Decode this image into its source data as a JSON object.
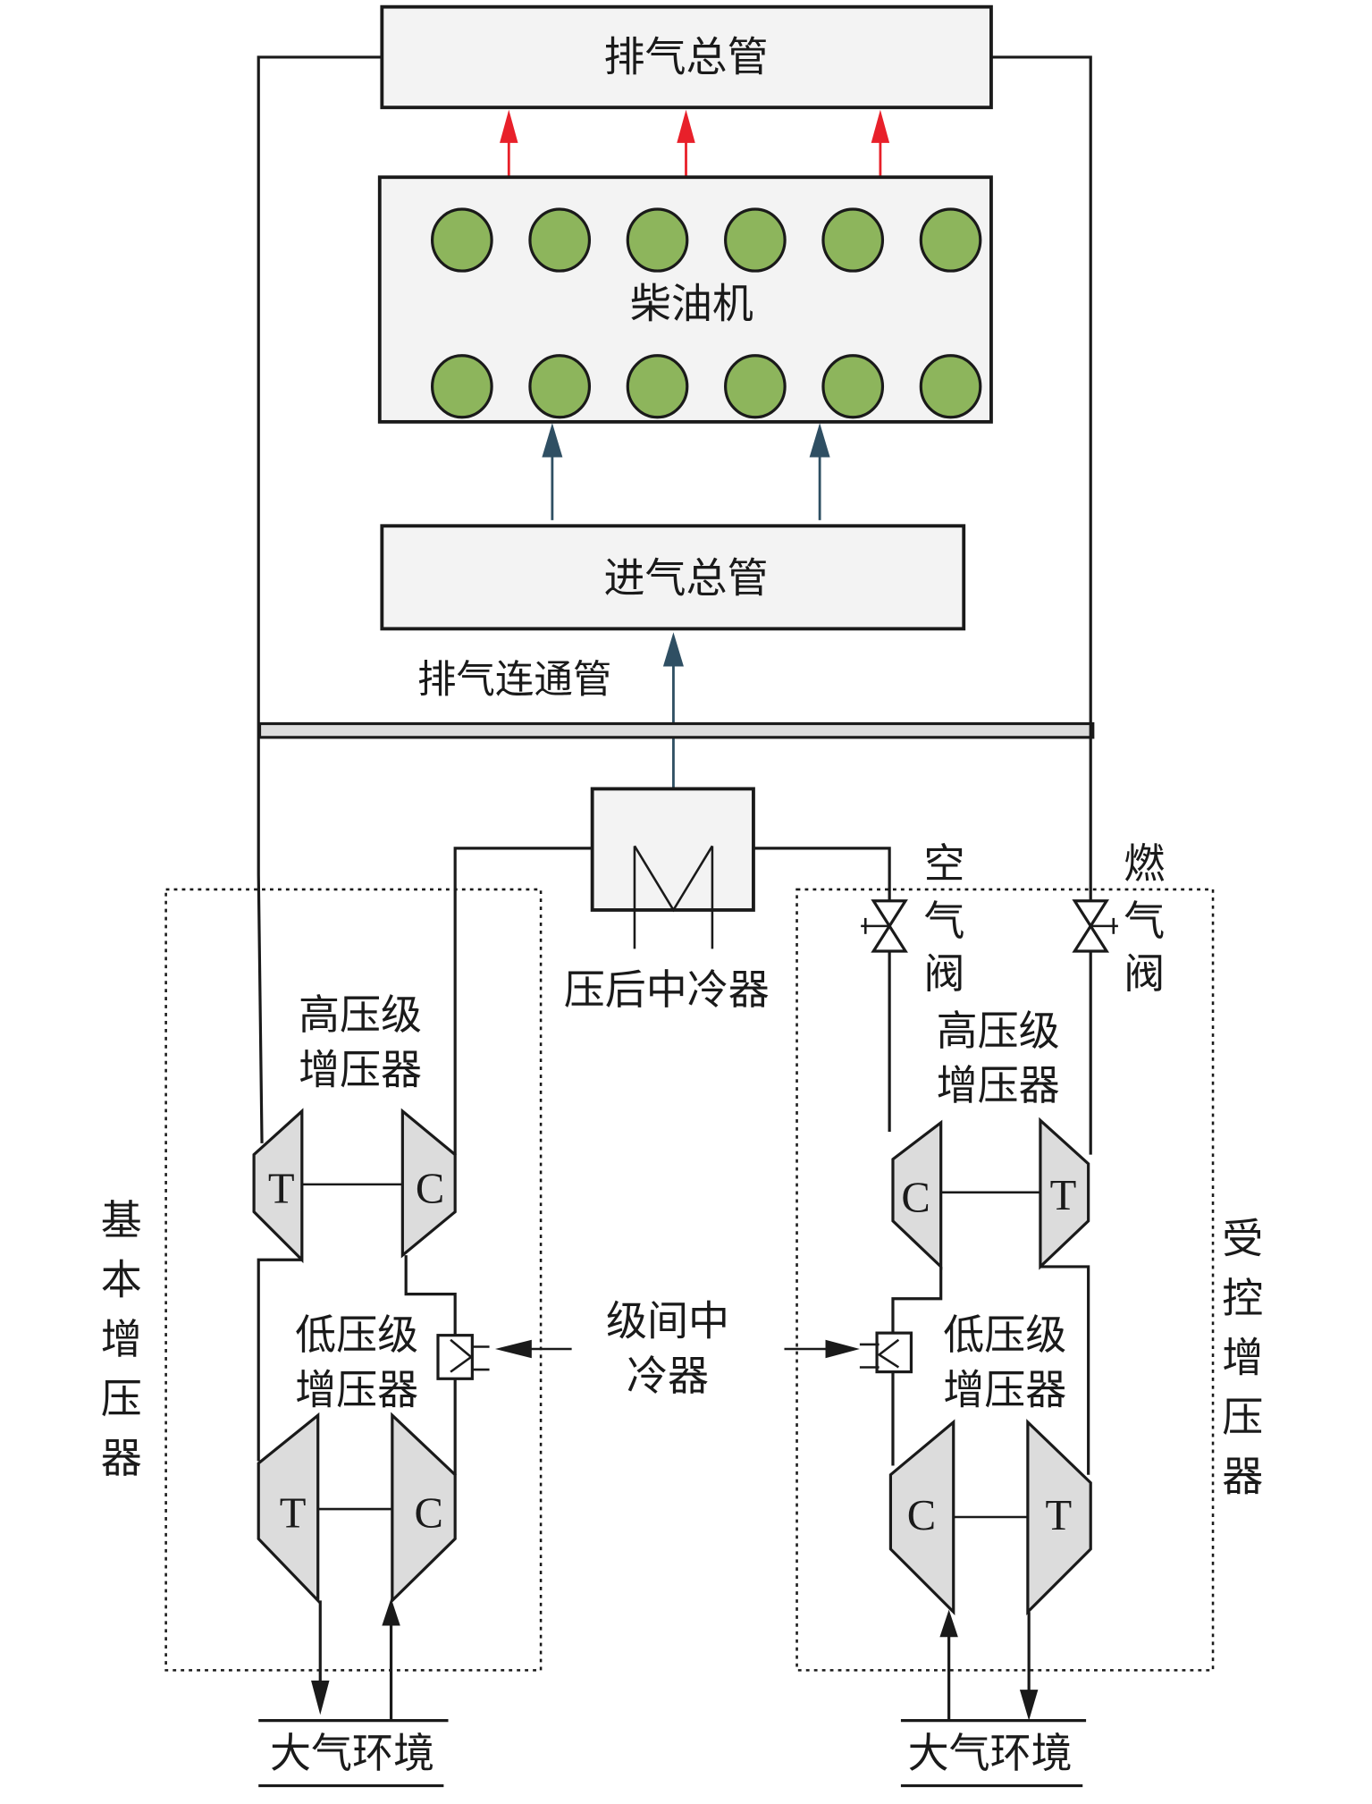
{
  "exhaust_manifold": {
    "label": "排气总管"
  },
  "engine": {
    "label": "柴油机",
    "cylinders_per_row": 6,
    "rows": 2,
    "cylinder_color": "#8db55c"
  },
  "intake_manifold": {
    "label": "进气总管"
  },
  "exhaust_connecting_pipe": {
    "label": "排气连通管"
  },
  "aftercooler": {
    "label": "压后中冷器"
  },
  "air_valve": {
    "label": "空气阀"
  },
  "gas_valve": {
    "label": "燃气阀"
  },
  "interstage_cooler": {
    "label_line1": "级间中",
    "label_line2": "冷器"
  },
  "base_turbocharger": {
    "group_label": "基本增压器",
    "hp_label_line1": "高压级",
    "hp_label_line2": "增压器",
    "lp_label_line1": "低压级",
    "lp_label_line2": "增压器",
    "turbine": "T",
    "compressor": "C"
  },
  "controlled_turbocharger": {
    "group_label": "受控增压器",
    "hp_label_line1": "高压级",
    "hp_label_line2": "增压器",
    "lp_label_line1": "低压级",
    "lp_label_line2": "增压器",
    "turbine": "T",
    "compressor": "C"
  },
  "atmosphere_left": {
    "label": "大气环境"
  },
  "atmosphere_right": {
    "label": "大气环境"
  },
  "colors": {
    "exhaust_arrow": "#e8202a",
    "intake_arrow": "#2f4f63"
  }
}
